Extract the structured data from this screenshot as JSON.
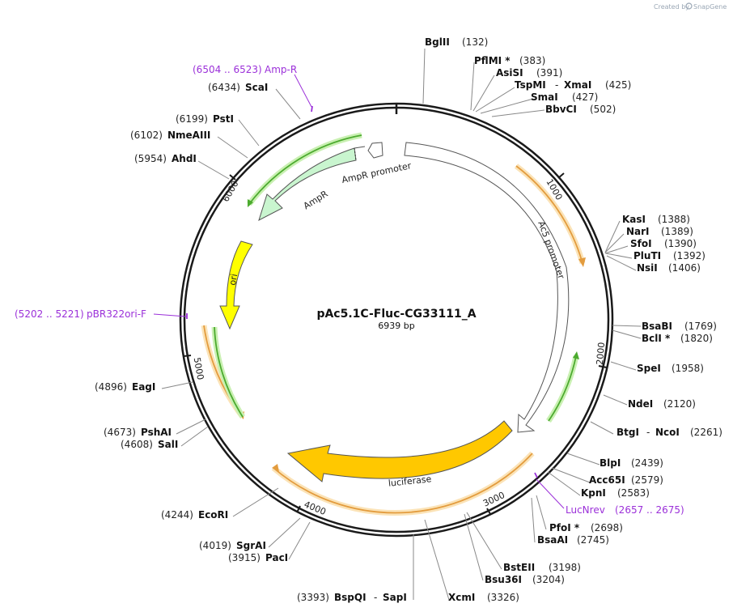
{
  "credit": {
    "prefix": "Created by",
    "brand": "SnapGene"
  },
  "plasmid": {
    "name": "pAc5.1C-Fluc-CG33111_A",
    "length": "6939 bp"
  },
  "ticks": [
    "1000",
    "2000",
    "3000",
    "4000",
    "5000",
    "6000"
  ],
  "features": {
    "ampr": "AmpR",
    "ampr_promoter": "AmpR promoter",
    "ori": "ori",
    "ac5_promoter": "Ac5 promoter",
    "luciferase": "luciferase"
  },
  "primers": {
    "amp_r": {
      "range": "(6504 .. 6523)",
      "name": "Amp-R"
    },
    "pbr322": {
      "range": "(5202 .. 5221)",
      "name": "pBR322ori-F"
    },
    "lucnrev": {
      "name": "LucNrev",
      "range": "(2657 .. 2675)"
    }
  },
  "sites": {
    "bglii": {
      "name": "BglII",
      "pos": "(132)"
    },
    "pflmi": {
      "name": "PflMI *",
      "pos": "(383)"
    },
    "asisi": {
      "name": "AsiSI",
      "pos": "(391)"
    },
    "tspmi": {
      "name": "TspMI",
      "sep": "-",
      "name2": "XmaI",
      "pos": "(425)"
    },
    "smai": {
      "name": "SmaI",
      "pos": "(427)"
    },
    "bbvci": {
      "name": "BbvCI",
      "pos": "(502)"
    },
    "kasi": {
      "name": "KasI",
      "pos": "(1388)"
    },
    "nari": {
      "name": "NarI",
      "pos": "(1389)"
    },
    "sfoi": {
      "name": "SfoI",
      "pos": "(1390)"
    },
    "pluti": {
      "name": "PluTI",
      "pos": "(1392)"
    },
    "nsii": {
      "name": "NsiI",
      "pos": "(1406)"
    },
    "bsabi": {
      "name": "BsaBI",
      "pos": "(1769)"
    },
    "bcli": {
      "name": "BclI *",
      "pos": "(1820)"
    },
    "spei": {
      "name": "SpeI",
      "pos": "(1958)"
    },
    "ndei": {
      "name": "NdeI",
      "pos": "(2120)"
    },
    "btgi": {
      "name": "BtgI",
      "sep": "-",
      "name2": "NcoI",
      "pos": "(2261)"
    },
    "blpi": {
      "name": "BlpI",
      "pos": "(2439)"
    },
    "acc65i": {
      "name": "Acc65I",
      "pos": "(2579)"
    },
    "kpni": {
      "name": "KpnI",
      "pos": "(2583)"
    },
    "pfoi": {
      "name": "PfoI *",
      "pos": "(2698)"
    },
    "bsaai": {
      "name": "BsaAI",
      "pos": "(2745)"
    },
    "bsteii": {
      "name": "BstEII",
      "pos": "(3198)"
    },
    "bsu36i": {
      "name": "Bsu36I",
      "pos": "(3204)"
    },
    "xcmi": {
      "name": "XcmI",
      "pos": "(3326)"
    },
    "bspqi": {
      "pos": "(3393)",
      "name": "BspQI",
      "sep": "-",
      "name2": "SapI"
    },
    "paci": {
      "pos": "(3915)",
      "name": "PacI"
    },
    "sgrai": {
      "pos": "(4019)",
      "name": "SgrAI"
    },
    "ecori": {
      "pos": "(4244)",
      "name": "EcoRI"
    },
    "sali": {
      "pos": "(4608)",
      "name": "SalI"
    },
    "pshai": {
      "pos": "(4673)",
      "name": "PshAI"
    },
    "eagi": {
      "pos": "(4896)",
      "name": "EagI"
    },
    "ahdi": {
      "pos": "(5954)",
      "name": "AhdI"
    },
    "nmeaiii": {
      "pos": "(6102)",
      "name": "NmeAIII"
    },
    "psti": {
      "pos": "(6199)",
      "name": "PstI"
    },
    "scai": {
      "pos": "(6434)",
      "name": "ScaI"
    }
  },
  "colors": {
    "ring": "#1a1a1a",
    "orf": "#e39c3e",
    "orf_glow": "#fbe3b7",
    "green": "#4cab2f",
    "green_glow": "#c9f0b2",
    "ampr_fill": "#c9f5cf",
    "ori_fill": "#ffff00",
    "luc_fill": "#ffc800",
    "primer": "#9b30d9",
    "leader": "#888888"
  }
}
